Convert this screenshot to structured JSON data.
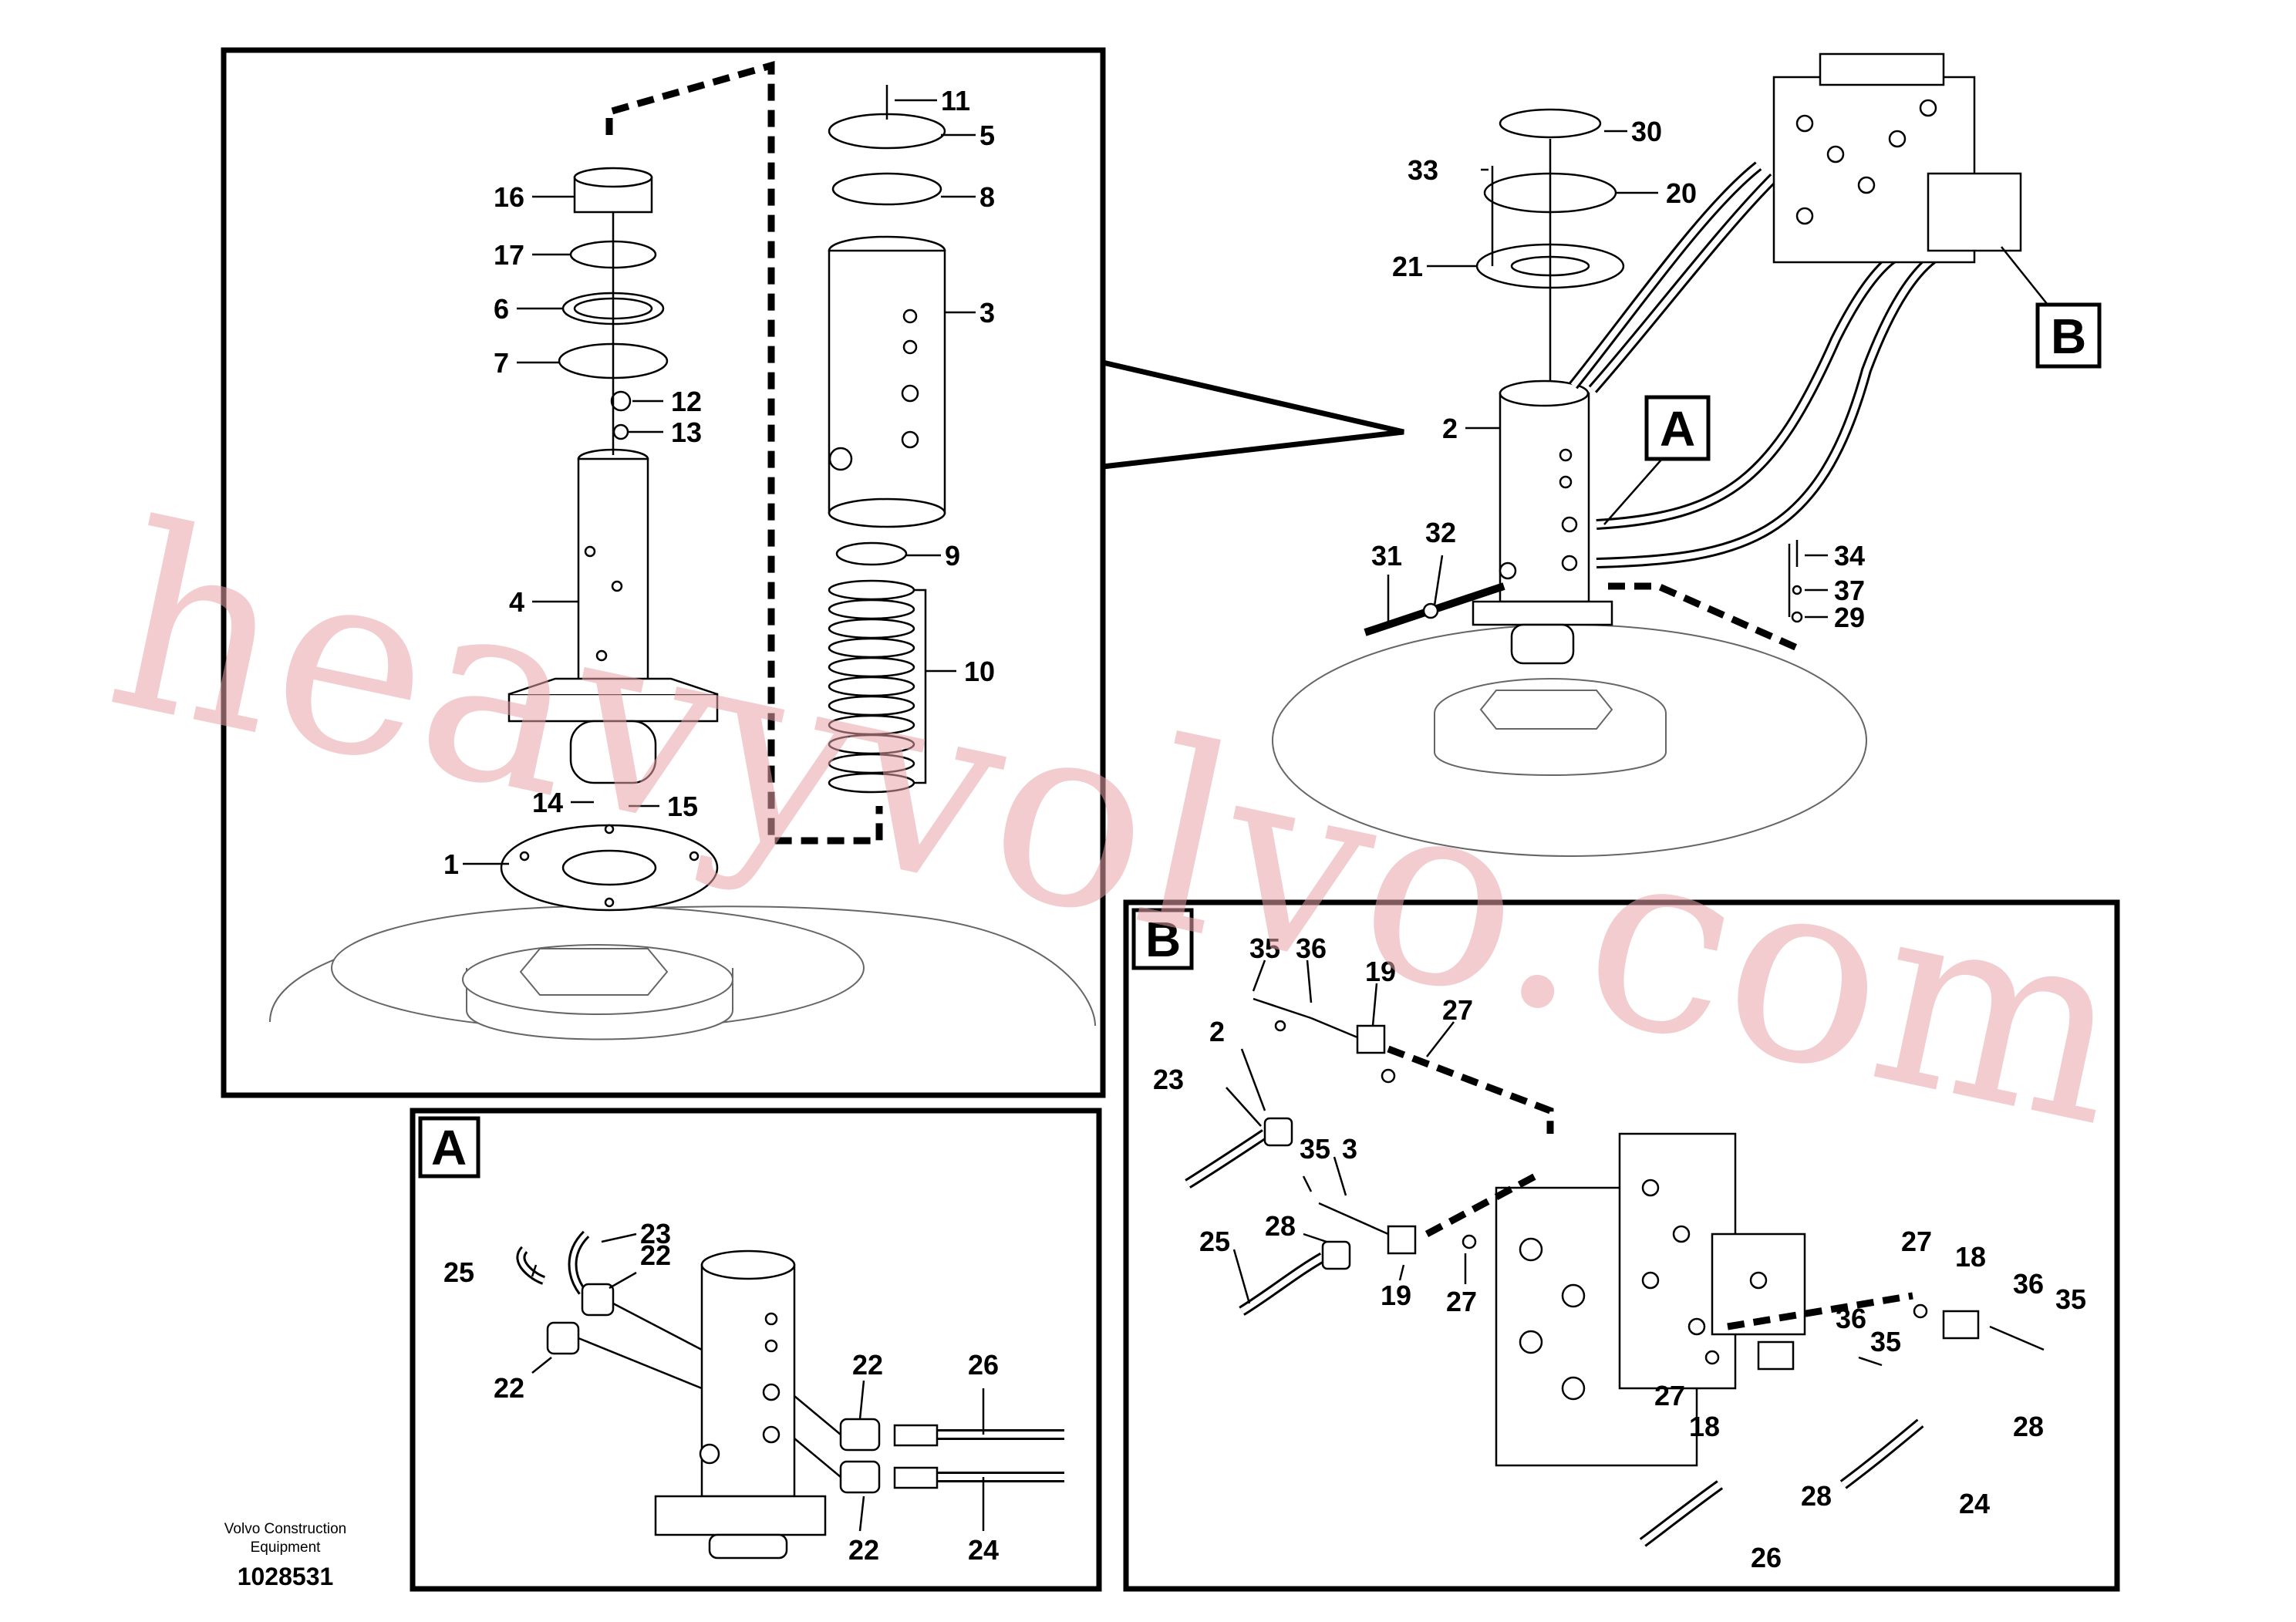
{
  "diagram": {
    "watermark": "heavyvolvo.com",
    "company_caption_line1": "Volvo Construction",
    "company_caption_line2": "Equipment",
    "document_number": "1028531",
    "detail_a": {
      "letter": "A"
    },
    "detail_b": {
      "letter": "B"
    },
    "callouts_exploded": [
      "16",
      "17",
      "6",
      "7",
      "12",
      "13",
      "4",
      "14",
      "15",
      "1",
      "11",
      "5",
      "8",
      "3",
      "9",
      "10"
    ],
    "callouts_assembly": [
      "30",
      "33",
      "20",
      "21",
      "2",
      "31",
      "32",
      "34",
      "37",
      "29"
    ],
    "callouts_detail_a": [
      "23",
      "25",
      "22",
      "22",
      "22",
      "26",
      "22",
      "24"
    ],
    "callouts_detail_b": [
      "35",
      "36",
      "19",
      "2",
      "27",
      "23",
      "35",
      "3",
      "28",
      "25",
      "19",
      "27",
      "27",
      "18",
      "36",
      "35",
      "36",
      "35",
      "27",
      "18",
      "28",
      "28",
      "24",
      "26"
    ],
    "icons": [
      "hose-icon",
      "swivel-joint-icon",
      "control-valve-icon"
    ]
  }
}
